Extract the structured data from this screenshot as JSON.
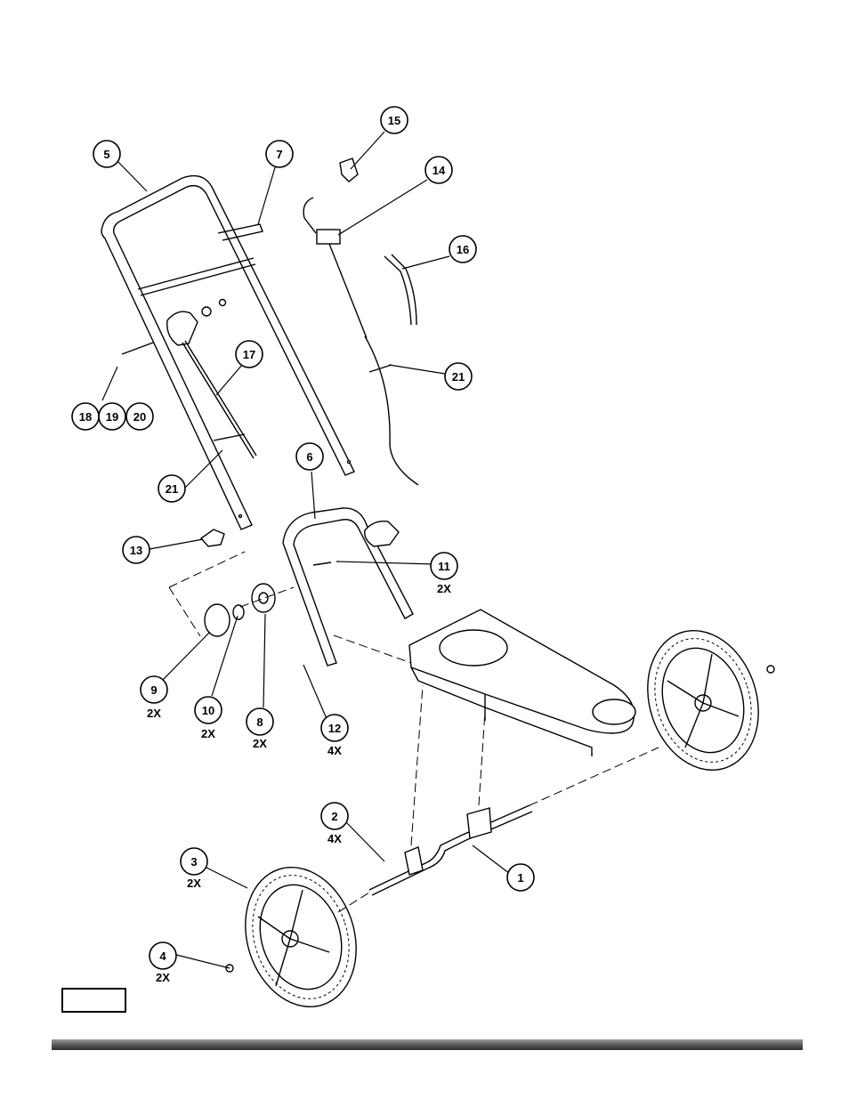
{
  "callouts": [
    {
      "id": "5",
      "qty": ""
    },
    {
      "id": "7",
      "qty": ""
    },
    {
      "id": "15",
      "qty": ""
    },
    {
      "id": "14",
      "qty": ""
    },
    {
      "id": "16",
      "qty": ""
    },
    {
      "id": "17",
      "qty": ""
    },
    {
      "id": "18",
      "qty": ""
    },
    {
      "id": "19",
      "qty": ""
    },
    {
      "id": "20",
      "qty": ""
    },
    {
      "id": "21",
      "qty": ""
    },
    {
      "id": "21",
      "qty": ""
    },
    {
      "id": "6",
      "qty": ""
    },
    {
      "id": "13",
      "qty": ""
    },
    {
      "id": "11",
      "qty": "2X"
    },
    {
      "id": "9",
      "qty": "2X"
    },
    {
      "id": "10",
      "qty": "2X"
    },
    {
      "id": "8",
      "qty": "2X"
    },
    {
      "id": "12",
      "qty": "4X"
    },
    {
      "id": "2",
      "qty": "4X"
    },
    {
      "id": "1",
      "qty": ""
    },
    {
      "id": "3",
      "qty": "2X"
    },
    {
      "id": "4",
      "qty": "2X"
    }
  ],
  "page_box_label": ""
}
